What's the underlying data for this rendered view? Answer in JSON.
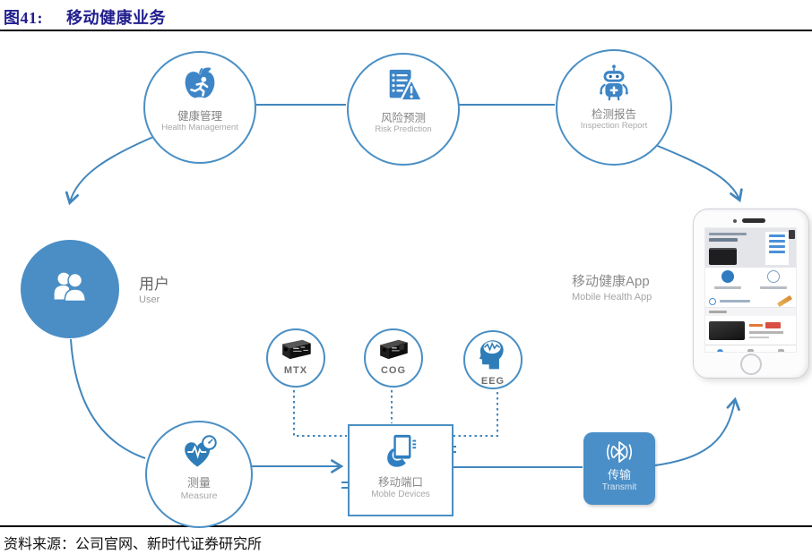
{
  "header": {
    "figure_label": "图41:",
    "figure_title": "移动健康业务"
  },
  "footer": {
    "source_line": "资料来源：公司官网、新时代证券研究所"
  },
  "colors": {
    "title_blue": "#211e8e",
    "diagram_line_blue": "#4186bd",
    "icon_blue": "#3d85c6",
    "solid_node_blue": "#4a8ec5",
    "transmit_fill": "#4a8fc8",
    "label_gray": "#848484",
    "sublabel_gray": "#a8a8a8"
  },
  "nodes": {
    "health_management": {
      "zh": "健康管理",
      "en": "Health Management"
    },
    "risk_prediction": {
      "zh": "风险预测",
      "en": "Risk Prediction"
    },
    "inspection_report": {
      "zh": "检测报告",
      "en": "Inspection Report"
    },
    "user": {
      "zh": "用户",
      "en": "User"
    },
    "measure": {
      "zh": "测量",
      "en": "Measure"
    },
    "mobile_port": {
      "zh": "移动端口",
      "en": "Moble Devices"
    },
    "transmit": {
      "zh": "传输",
      "en": "Transmit"
    },
    "app": {
      "zh": "移动健康App",
      "en": "Mobile Health App"
    },
    "devices": [
      {
        "label": "MTX"
      },
      {
        "label": "COG"
      },
      {
        "label": "EEG"
      }
    ]
  }
}
